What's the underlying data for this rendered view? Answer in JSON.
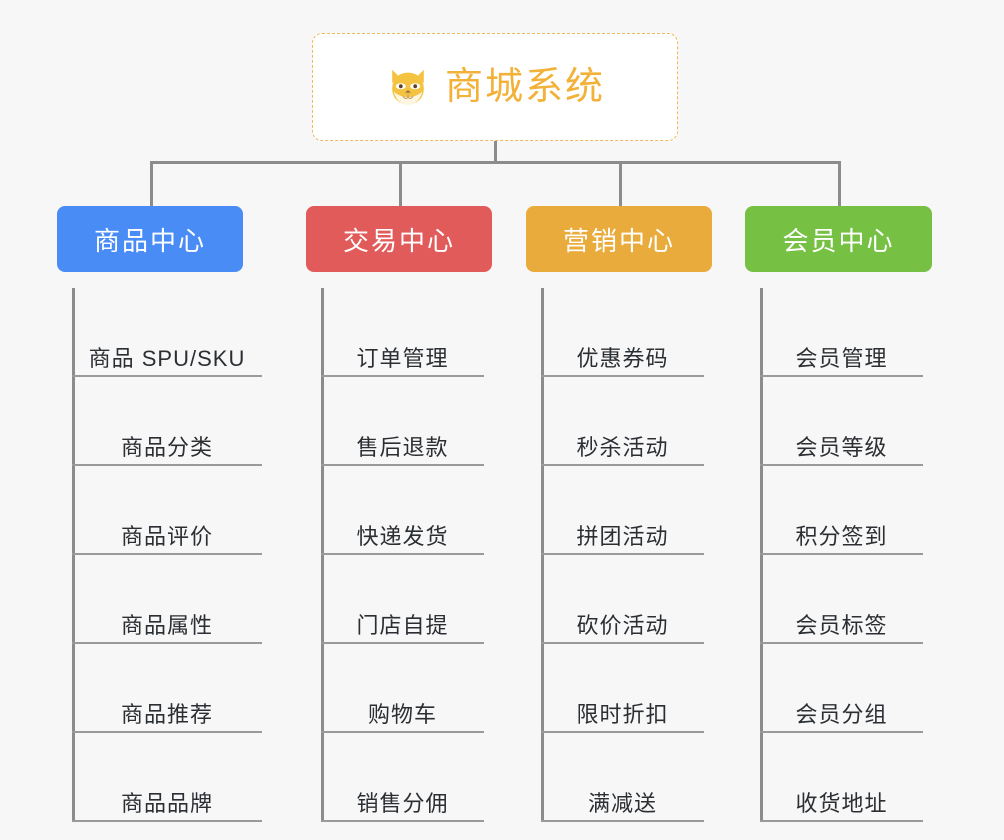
{
  "root": {
    "icon": "shiba-dog-icon",
    "title": "商城系统",
    "border_color": "#edb95c",
    "title_color": "#f2b138"
  },
  "connector_color": "#8c8c8c",
  "background_color": "#f7f7f7",
  "columns": [
    {
      "title": "商品中心",
      "color": "#4a8cf5",
      "items": [
        "商品 SPU/SKU",
        "商品分类",
        "商品评价",
        "商品属性",
        "商品推荐",
        "商品品牌"
      ]
    },
    {
      "title": "交易中心",
      "color": "#e25b5b",
      "items": [
        "订单管理",
        "售后退款",
        "快递发货",
        "门店自提",
        "购物车",
        "销售分佣"
      ]
    },
    {
      "title": "营销中心",
      "color": "#e9ab3c",
      "items": [
        "优惠券码",
        "秒杀活动",
        "拼团活动",
        "砍价活动",
        "限时折扣",
        "满减送"
      ]
    },
    {
      "title": "会员中心",
      "color": "#76c043",
      "items": [
        "会员管理",
        "会员等级",
        "积分签到",
        "会员标签",
        "会员分组",
        "收货地址"
      ]
    }
  ]
}
